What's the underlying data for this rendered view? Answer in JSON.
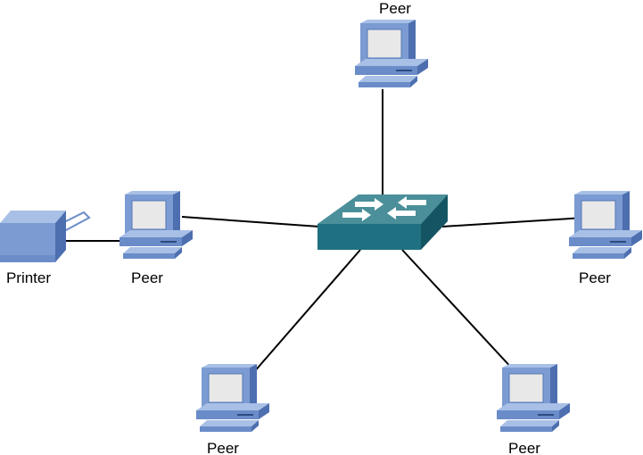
{
  "diagram": {
    "type": "peer-to-peer network (star topology)",
    "switch": {
      "name": "switch",
      "colors": {
        "top": "#4a8f9a",
        "front": "#1f7080",
        "side": "#155563",
        "arrows": "#ffffff"
      }
    },
    "nodes": [
      {
        "id": "peer-top",
        "label": "Peer",
        "kind": "computer"
      },
      {
        "id": "peer-left",
        "label": "Peer",
        "kind": "computer"
      },
      {
        "id": "peer-right",
        "label": "Peer",
        "kind": "computer"
      },
      {
        "id": "peer-bottom-left",
        "label": "Peer",
        "kind": "computer"
      },
      {
        "id": "peer-bottom-right",
        "label": "Peer",
        "kind": "computer"
      },
      {
        "id": "printer",
        "label": "Printer",
        "kind": "printer"
      }
    ],
    "links": [
      {
        "from": "switch",
        "to": "peer-top"
      },
      {
        "from": "switch",
        "to": "peer-left"
      },
      {
        "from": "switch",
        "to": "peer-right"
      },
      {
        "from": "switch",
        "to": "peer-bottom-left"
      },
      {
        "from": "switch",
        "to": "peer-bottom-right"
      },
      {
        "from": "peer-left",
        "to": "printer"
      }
    ],
    "colors": {
      "device_light": "#8aa8d8",
      "device_mid": "#6a8cc8",
      "device_dark": "#4d6fb0",
      "screen": "#e8e8e8",
      "cable": "#000000"
    }
  }
}
